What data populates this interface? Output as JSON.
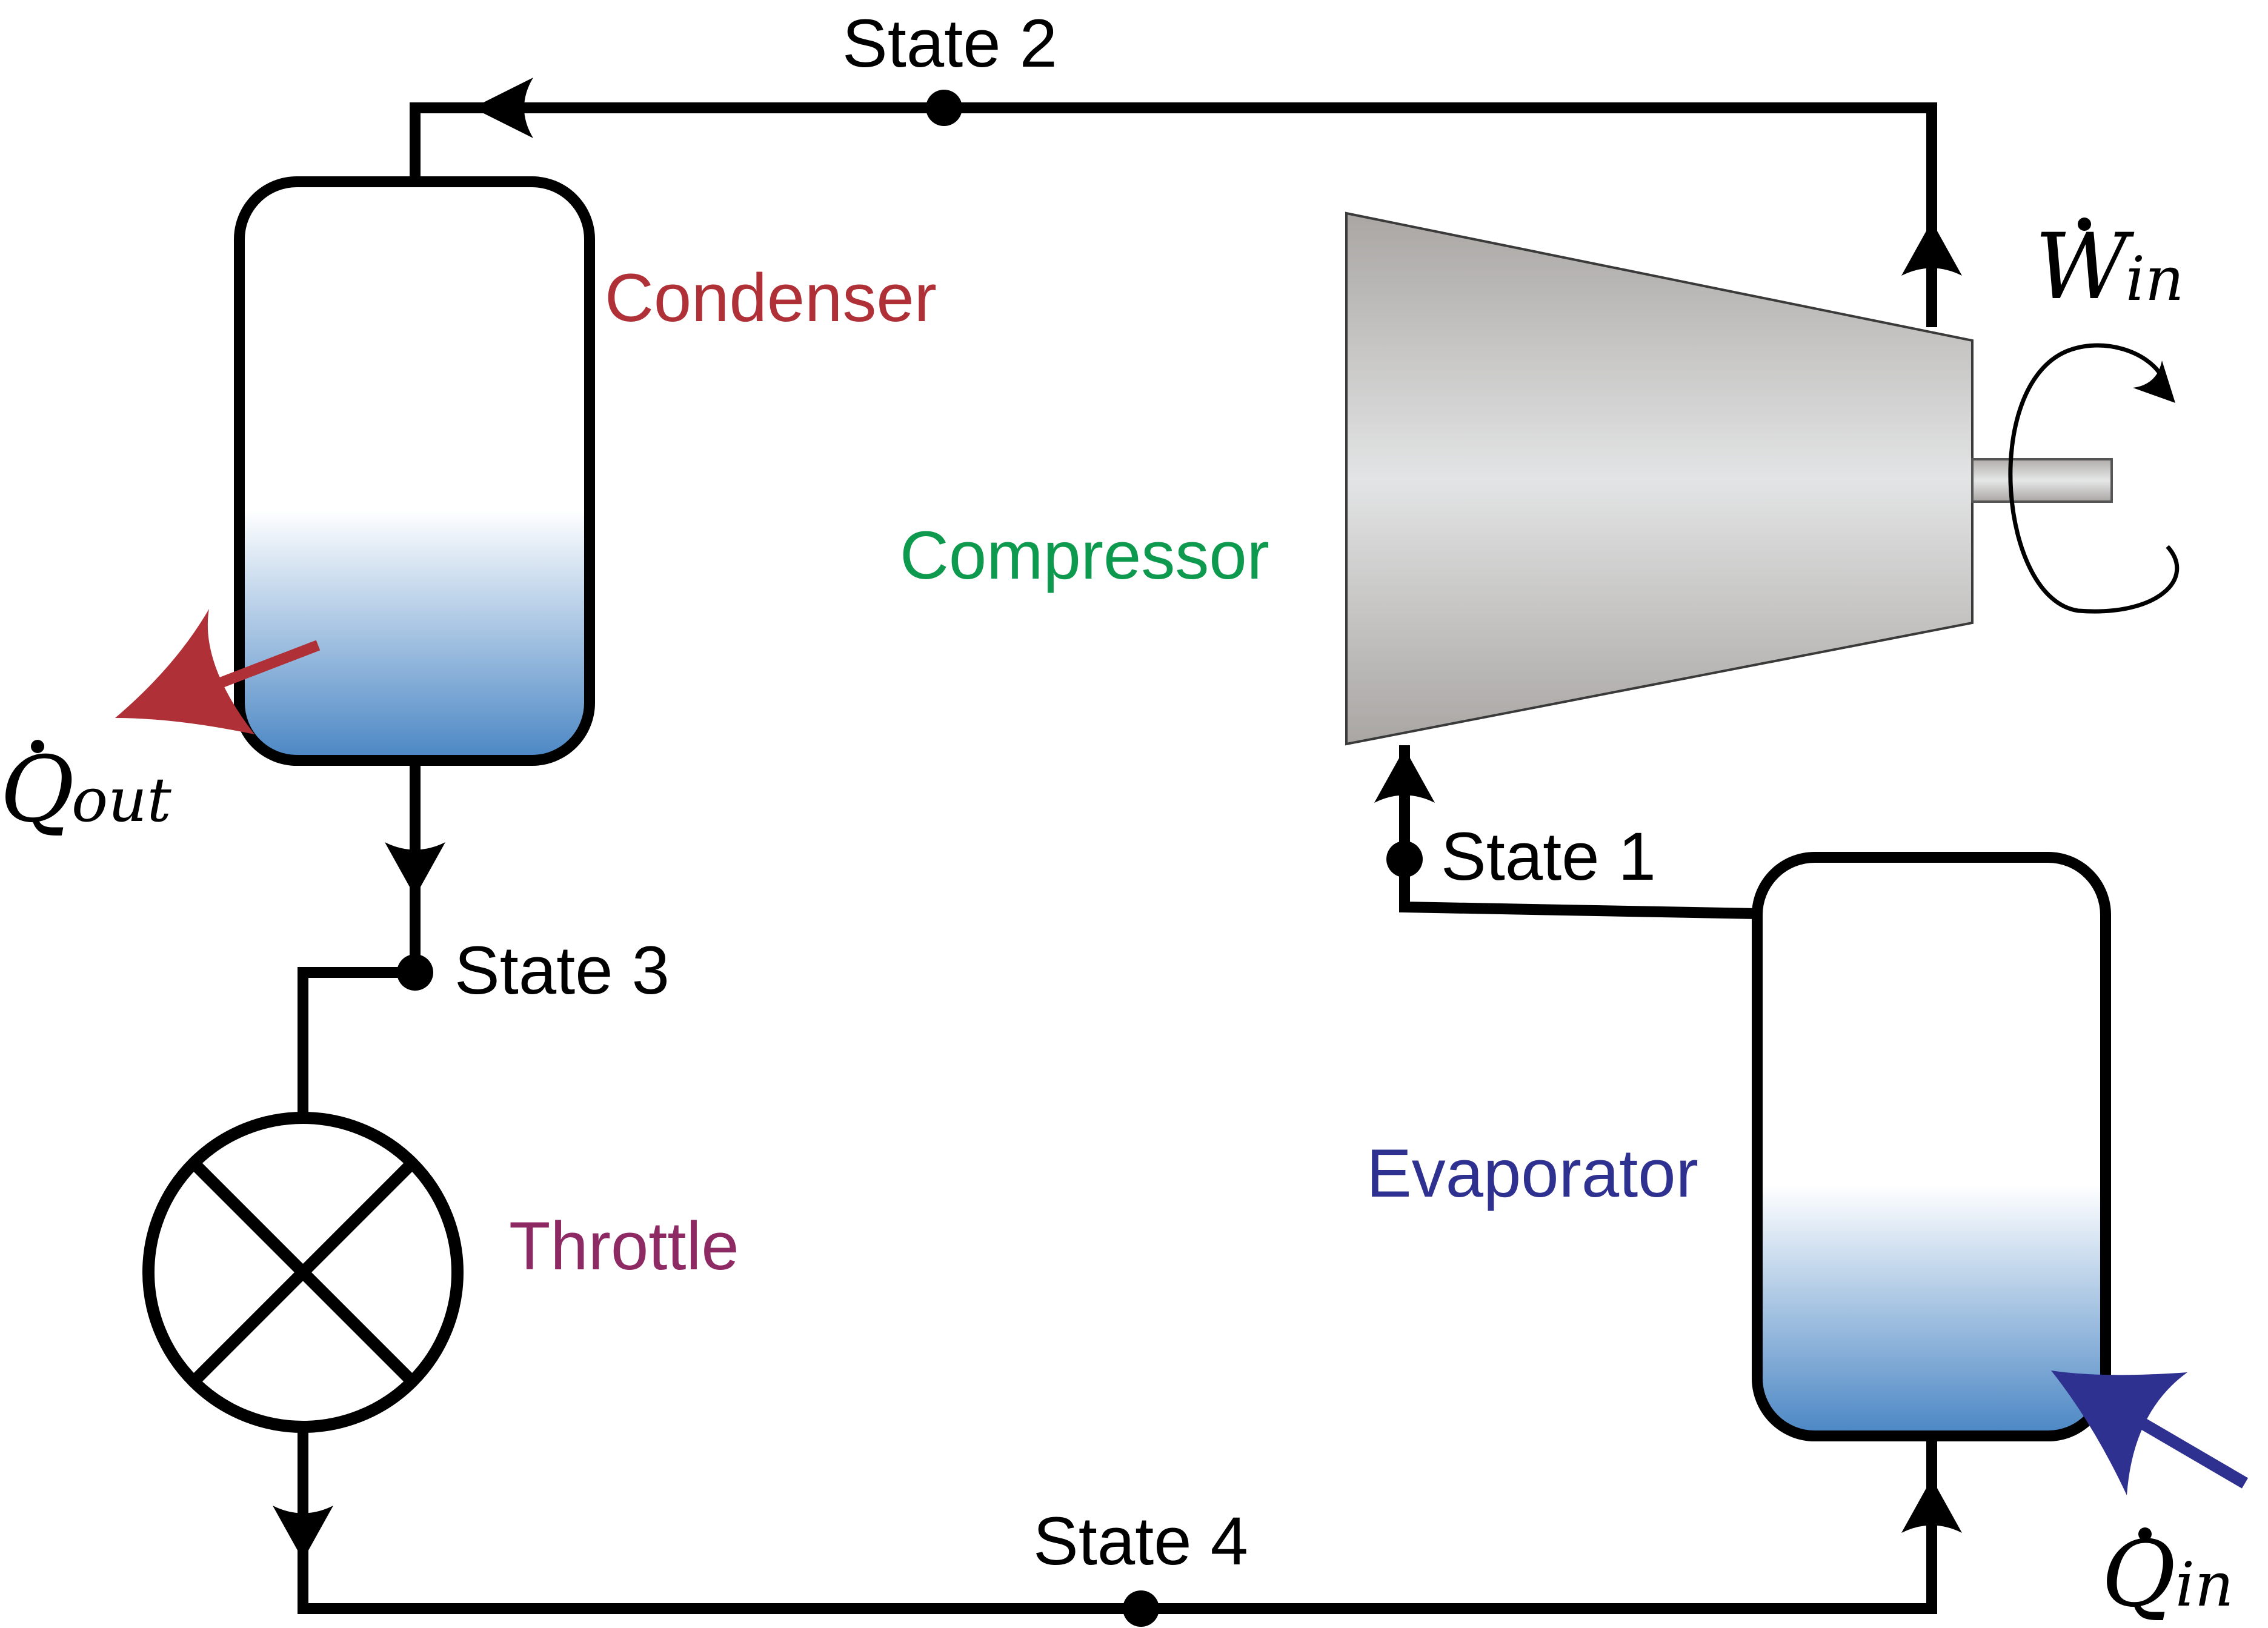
{
  "labels": {
    "state1": "State 1",
    "state2": "State 2",
    "state3": "State 3",
    "state4": "State 4",
    "condenser": "Condenser",
    "compressor": "Compressor",
    "throttle": "Throttle",
    "evaporator": "Evaporator"
  },
  "heat_work": {
    "q_out_symbol": "Q",
    "q_out_sub": "out",
    "q_in_symbol": "Q",
    "q_in_sub": "in",
    "w_in_symbol": "W",
    "w_in_sub": "in"
  },
  "colors": {
    "line": "#000000",
    "condenser": "#b03038",
    "compressor": "#0e9a4e",
    "throttle": "#8e2a63",
    "evaporator": "#2e3190",
    "q_out_arrow": "#b03038",
    "q_in_arrow": "#2e3190",
    "liquid_blue": "#4a86c4",
    "metal_dark": "#a9a6a3",
    "metal_light": "#e3e4e5"
  },
  "icons": {
    "compressor": "trapezoid-compressor-icon",
    "throttle": "throttle-valve-icon",
    "rotation": "rotation-arrow-icon"
  }
}
